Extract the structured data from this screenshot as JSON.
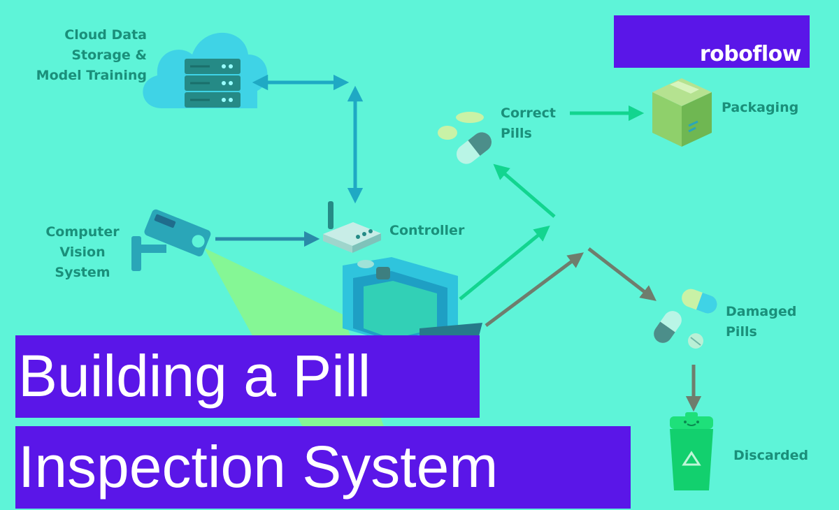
{
  "brand": {
    "name": "roboflow"
  },
  "title": {
    "line1": "Building a Pill",
    "line2": "Inspection System"
  },
  "nodes": {
    "cloud": "Cloud Data\nStorage &\nModel Training",
    "vision": "Computer\nVision\nSystem",
    "controller": "Controller",
    "correct": "Correct\nPills",
    "packaging": "Packaging",
    "damaged": "Damaged\nPills",
    "discarded": "Discarded"
  },
  "colors": {
    "background": "#5ef4d8",
    "banner": "#5a16e8",
    "label": "#1a8f7a",
    "arrow_data": "#1fa9c4",
    "arrow_good": "#12d58f",
    "arrow_bad": "#6f7d6d"
  },
  "icons": [
    "cloud-server-icon",
    "security-camera-icon",
    "router-icon",
    "inspection-machine-icon",
    "pills-icon",
    "package-box-icon",
    "damaged-pills-icon",
    "recycle-bin-icon"
  ]
}
